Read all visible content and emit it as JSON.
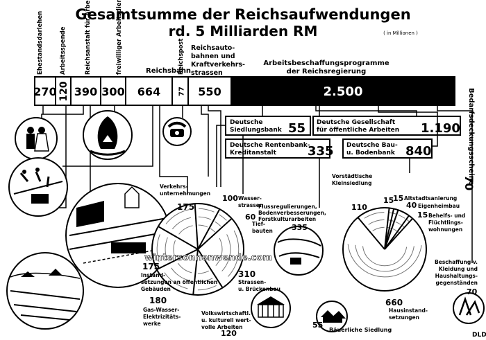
{
  "title": "Gesamtsumme der Reichsaufwendungen",
  "subtitle": "rd. 5 Milliarden RM",
  "unit_note": "( in Millionen )",
  "watermark": "wintersonnenwende.com",
  "signature": "DLD",
  "chart_data": {
    "type": "bar",
    "title": "Gesamtsumme der Reichsaufwendungen",
    "subtitle": "rd. 5 Milliarden RM",
    "unit": "( in Millionen )",
    "categories": [
      "Ehestandsdarlehen",
      "Arbeitsspende",
      "Reichsanstalt für Arbeitsvermittlung und Arbeitslosenversicherung",
      "freiwilliger Arbeitsdienst",
      "Reichsbahn",
      "Reichspost",
      "Reichsautobahnen und Kraftverkehrsstrassen",
      "Arbeitsbeschaffungsprogramme der Reichsregierung"
    ],
    "values": [
      270,
      120,
      390,
      300,
      664,
      77,
      550,
      2500
    ],
    "value_labels": [
      "270",
      "120",
      "390",
      "300",
      "664",
      "77",
      "550",
      "2.500"
    ],
    "right_label": "Bedarfsdeckungsscheine",
    "right_value": "70",
    "banks": [
      {
        "name": "Deutsche Siedlungsbank",
        "value": "55"
      },
      {
        "name": "Deutsche Gesellschaft für öffentliche Arbeiten",
        "value": "1.190"
      },
      {
        "name": "Deutsche Rentenbank-Kreditanstalt",
        "value": "335"
      },
      {
        "name": "Deutsche Bau- u. Bodenbank",
        "value": "840"
      }
    ],
    "pie_public_works": [
      {
        "label": "Verkehrsunternehmungen",
        "value": "175"
      },
      {
        "label": "Wasserstrassen",
        "value": "100"
      },
      {
        "label": "Tiefbauten",
        "value": "60"
      },
      {
        "label": "Strassen- u. Brückenbau",
        "value": "310"
      },
      {
        "label": "Volkswirtschaftl. u. kulturell wertvolle Arbeiten",
        "value": "120"
      },
      {
        "label": "Gas-Wasser-Elektrizitätswerke",
        "value": "180"
      },
      {
        "label": "Instandsetzungen an öffentlichen Gebäuden",
        "value": "175"
      }
    ],
    "rentenbank_label": "Flussregulierungen, Bodenverbesserungen, Forstkulturarbeiten",
    "rentenbank_value": "335",
    "siedlung_label": "Bäuerliche Siedlung",
    "siedlung_value": "55",
    "pie_housing": [
      {
        "label": "Vorstädtische Kleinsiedlung",
        "value": "110"
      },
      {
        "label": "15",
        "value": "15"
      },
      {
        "label": "Altstadtsanierung",
        "value": "15"
      },
      {
        "label": "Eigenheimbau",
        "value": "40"
      },
      {
        "label": "Behelfs- und Flüchtlingswohnungen",
        "value": "15"
      },
      {
        "label": "Hausinstandsetzungen",
        "value": "660"
      }
    ],
    "bedarf_label": "Beschaffung v. Kleidung und Haushaltungsgegenständen",
    "bedarf_value": "70"
  }
}
